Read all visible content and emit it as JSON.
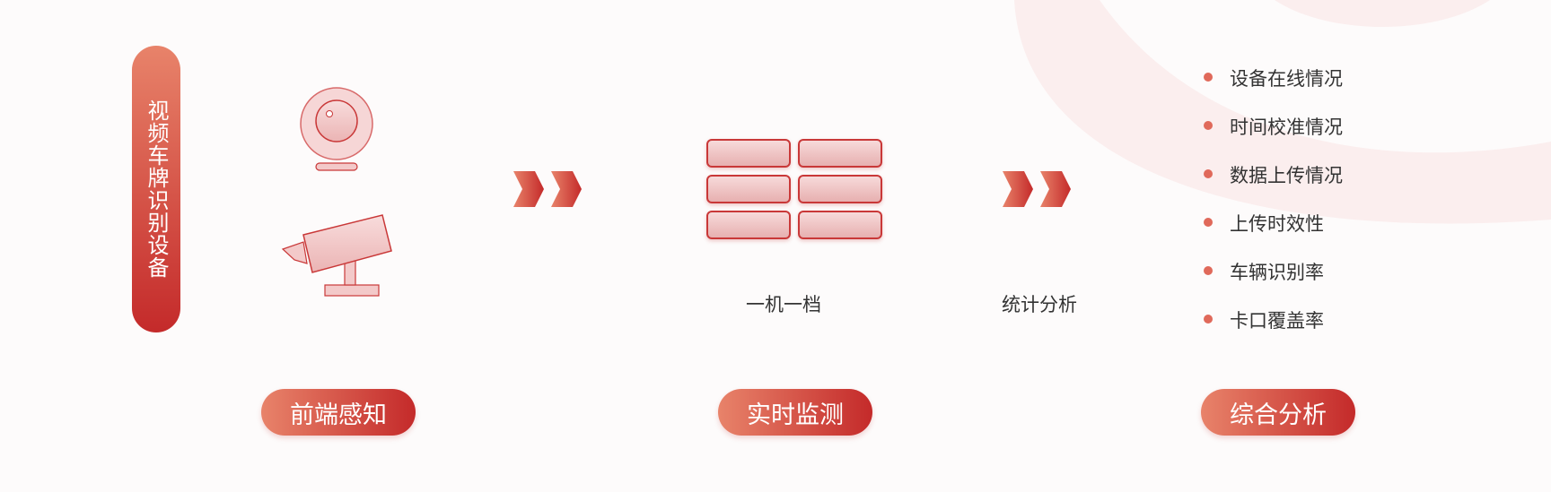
{
  "device_label": "视频车牌识别设备",
  "stages": [
    {
      "label": "前端感知"
    },
    {
      "label": "实时监测"
    },
    {
      "label": "综合分析"
    }
  ],
  "monitor_label": "一机一档",
  "analysis_label": "统计分析",
  "analysis_items": [
    "设备在线情况",
    "时间校准情况",
    "数据上传情况",
    "上传时效性",
    "车辆识别率",
    "卡口覆盖率"
  ],
  "icons": [
    "webcam-icon",
    "security-camera-icon",
    "double-chevron-arrow-icon",
    "record-grid-icon"
  ],
  "colors": {
    "accent_light": "#e8836a",
    "accent_dark": "#c42a2a",
    "icon_fill": "#f3c9c9",
    "icon_stroke": "#c93838",
    "text": "#333333"
  }
}
